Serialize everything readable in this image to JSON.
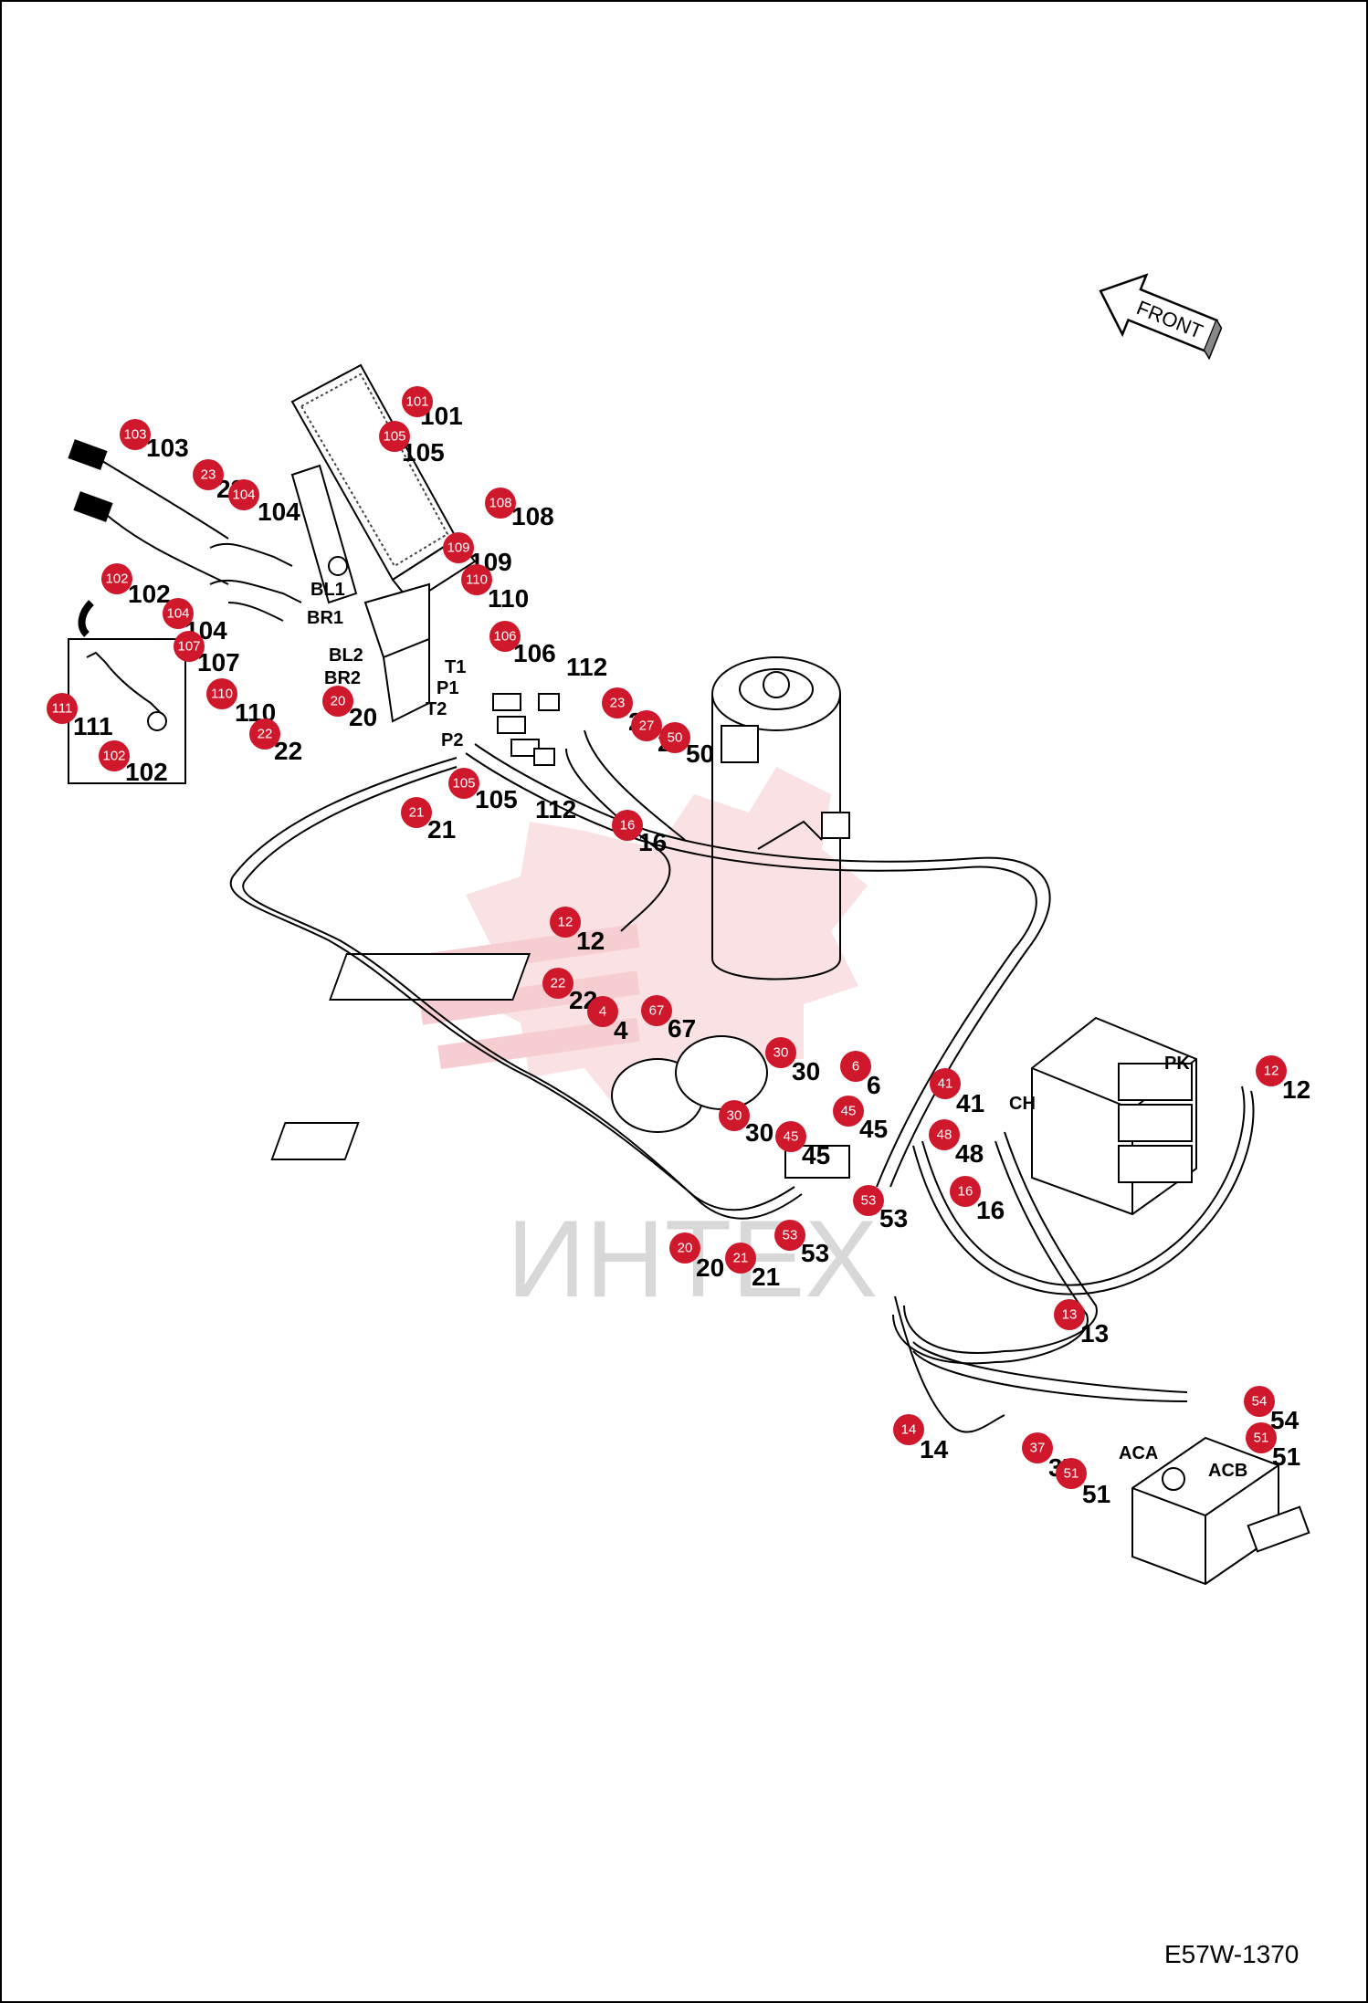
{
  "diagram_id": "E57W-1370",
  "front_label": "FRONT",
  "watermark_text": "ИНТЕХ",
  "colors": {
    "badge": "#d0182c",
    "watermark_gear": "#f5c5c8",
    "watermark_text": "#d8d8d8",
    "line": "#000000"
  },
  "ports": {
    "bl1": "BL1",
    "br1": "BR1",
    "bl2": "BL2",
    "br2": "BR2",
    "t1": "T1",
    "p1": "P1",
    "t2": "T2",
    "p2": "P2",
    "pk": "PK",
    "ch": "CH",
    "aca": "ACA",
    "acb": "ACB"
  },
  "callouts": [
    {
      "badge": "101",
      "label": "101"
    },
    {
      "badge": "105",
      "label": "105"
    },
    {
      "badge": "103",
      "label": "103"
    },
    {
      "badge": "23",
      "label": "23"
    },
    {
      "badge": "104",
      "label": "104"
    },
    {
      "badge": "108",
      "label": "108"
    },
    {
      "badge": "109",
      "label": "109"
    },
    {
      "badge": "110",
      "label": "110"
    },
    {
      "badge": "102",
      "label": "102"
    },
    {
      "badge": "104",
      "label": "104"
    },
    {
      "badge": "107",
      "label": "107"
    },
    {
      "badge": "106",
      "label": "106"
    },
    {
      "badge": "",
      "label": "112"
    },
    {
      "badge": "110",
      "label": "110"
    },
    {
      "badge": "111",
      "label": "111"
    },
    {
      "badge": "102",
      "label": "102"
    },
    {
      "badge": "22",
      "label": "22"
    },
    {
      "badge": "20",
      "label": "20"
    },
    {
      "badge": "23",
      "label": "23"
    },
    {
      "badge": "27",
      "label": "27"
    },
    {
      "badge": "50",
      "label": "50"
    },
    {
      "badge": "105",
      "label": "105"
    },
    {
      "badge": "",
      "label": "112"
    },
    {
      "badge": "21",
      "label": "21"
    },
    {
      "badge": "16",
      "label": "16"
    },
    {
      "badge": "12",
      "label": "12"
    },
    {
      "badge": "22",
      "label": "22"
    },
    {
      "badge": "4",
      "label": "4"
    },
    {
      "badge": "67",
      "label": "67"
    },
    {
      "badge": "30",
      "label": "30"
    },
    {
      "badge": "6",
      "label": "6"
    },
    {
      "badge": "41",
      "label": "41"
    },
    {
      "badge": "12",
      "label": "12"
    },
    {
      "badge": "45",
      "label": "45"
    },
    {
      "badge": "30",
      "label": "30"
    },
    {
      "badge": "45",
      "label": "45"
    },
    {
      "badge": "48",
      "label": "48"
    },
    {
      "badge": "16",
      "label": "16"
    },
    {
      "badge": "53",
      "label": "53"
    },
    {
      "badge": "53",
      "label": "53"
    },
    {
      "badge": "20",
      "label": "20"
    },
    {
      "badge": "21",
      "label": "21"
    },
    {
      "badge": "13",
      "label": "13"
    },
    {
      "badge": "54",
      "label": "54"
    },
    {
      "badge": "51",
      "label": "51"
    },
    {
      "badge": "14",
      "label": "14"
    },
    {
      "badge": "37",
      "label": "37"
    },
    {
      "badge": "51",
      "label": "51"
    }
  ]
}
